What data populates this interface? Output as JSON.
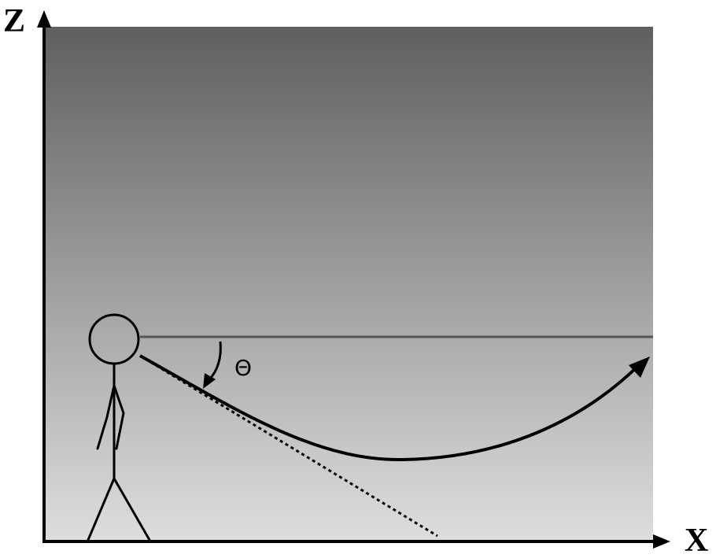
{
  "axes": {
    "z_label": "Z",
    "x_label": "X"
  },
  "annotations": {
    "angle_symbol": "Θ"
  },
  "colors": {
    "sky_top": "#5f5f5f",
    "sky_bottom": "#dedede",
    "horizon_line": "#555555",
    "ink": "#000000"
  }
}
